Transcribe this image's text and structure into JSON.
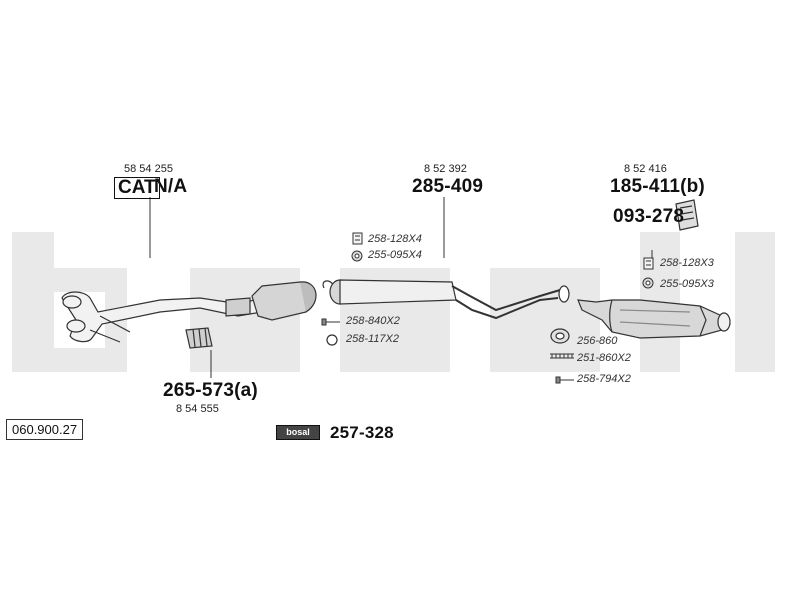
{
  "watermark": "bosal",
  "catalog_code": "060.900.27",
  "parts": {
    "front_pipe": {
      "ref": "58 54 255",
      "cat_label": "CAT",
      "part": "N/A"
    },
    "middle_silencer": {
      "ref": "8 52 392",
      "part": "285-409"
    },
    "rear_silencer": {
      "ref": "8 52 416",
      "part": "185-411(b)"
    },
    "mount_part": {
      "part": "093-278"
    },
    "flex_pipe": {
      "ref": "8 54 555",
      "part": "265-573(a)"
    },
    "fitting_kit": {
      "tag": "bosal",
      "part": "257-328"
    }
  },
  "accessories": {
    "clamp_mid": "258-128X4",
    "gasket_mid": "255-095X4",
    "bolt_front": "258-840X2",
    "ring_front": "258-117X2",
    "clamp_rear": "258-128X3",
    "gasket_rear": "255-095X3",
    "seal_rear": "256-860",
    "spring_rear": "251-860X2",
    "bolt_rear": "258-794X2"
  }
}
